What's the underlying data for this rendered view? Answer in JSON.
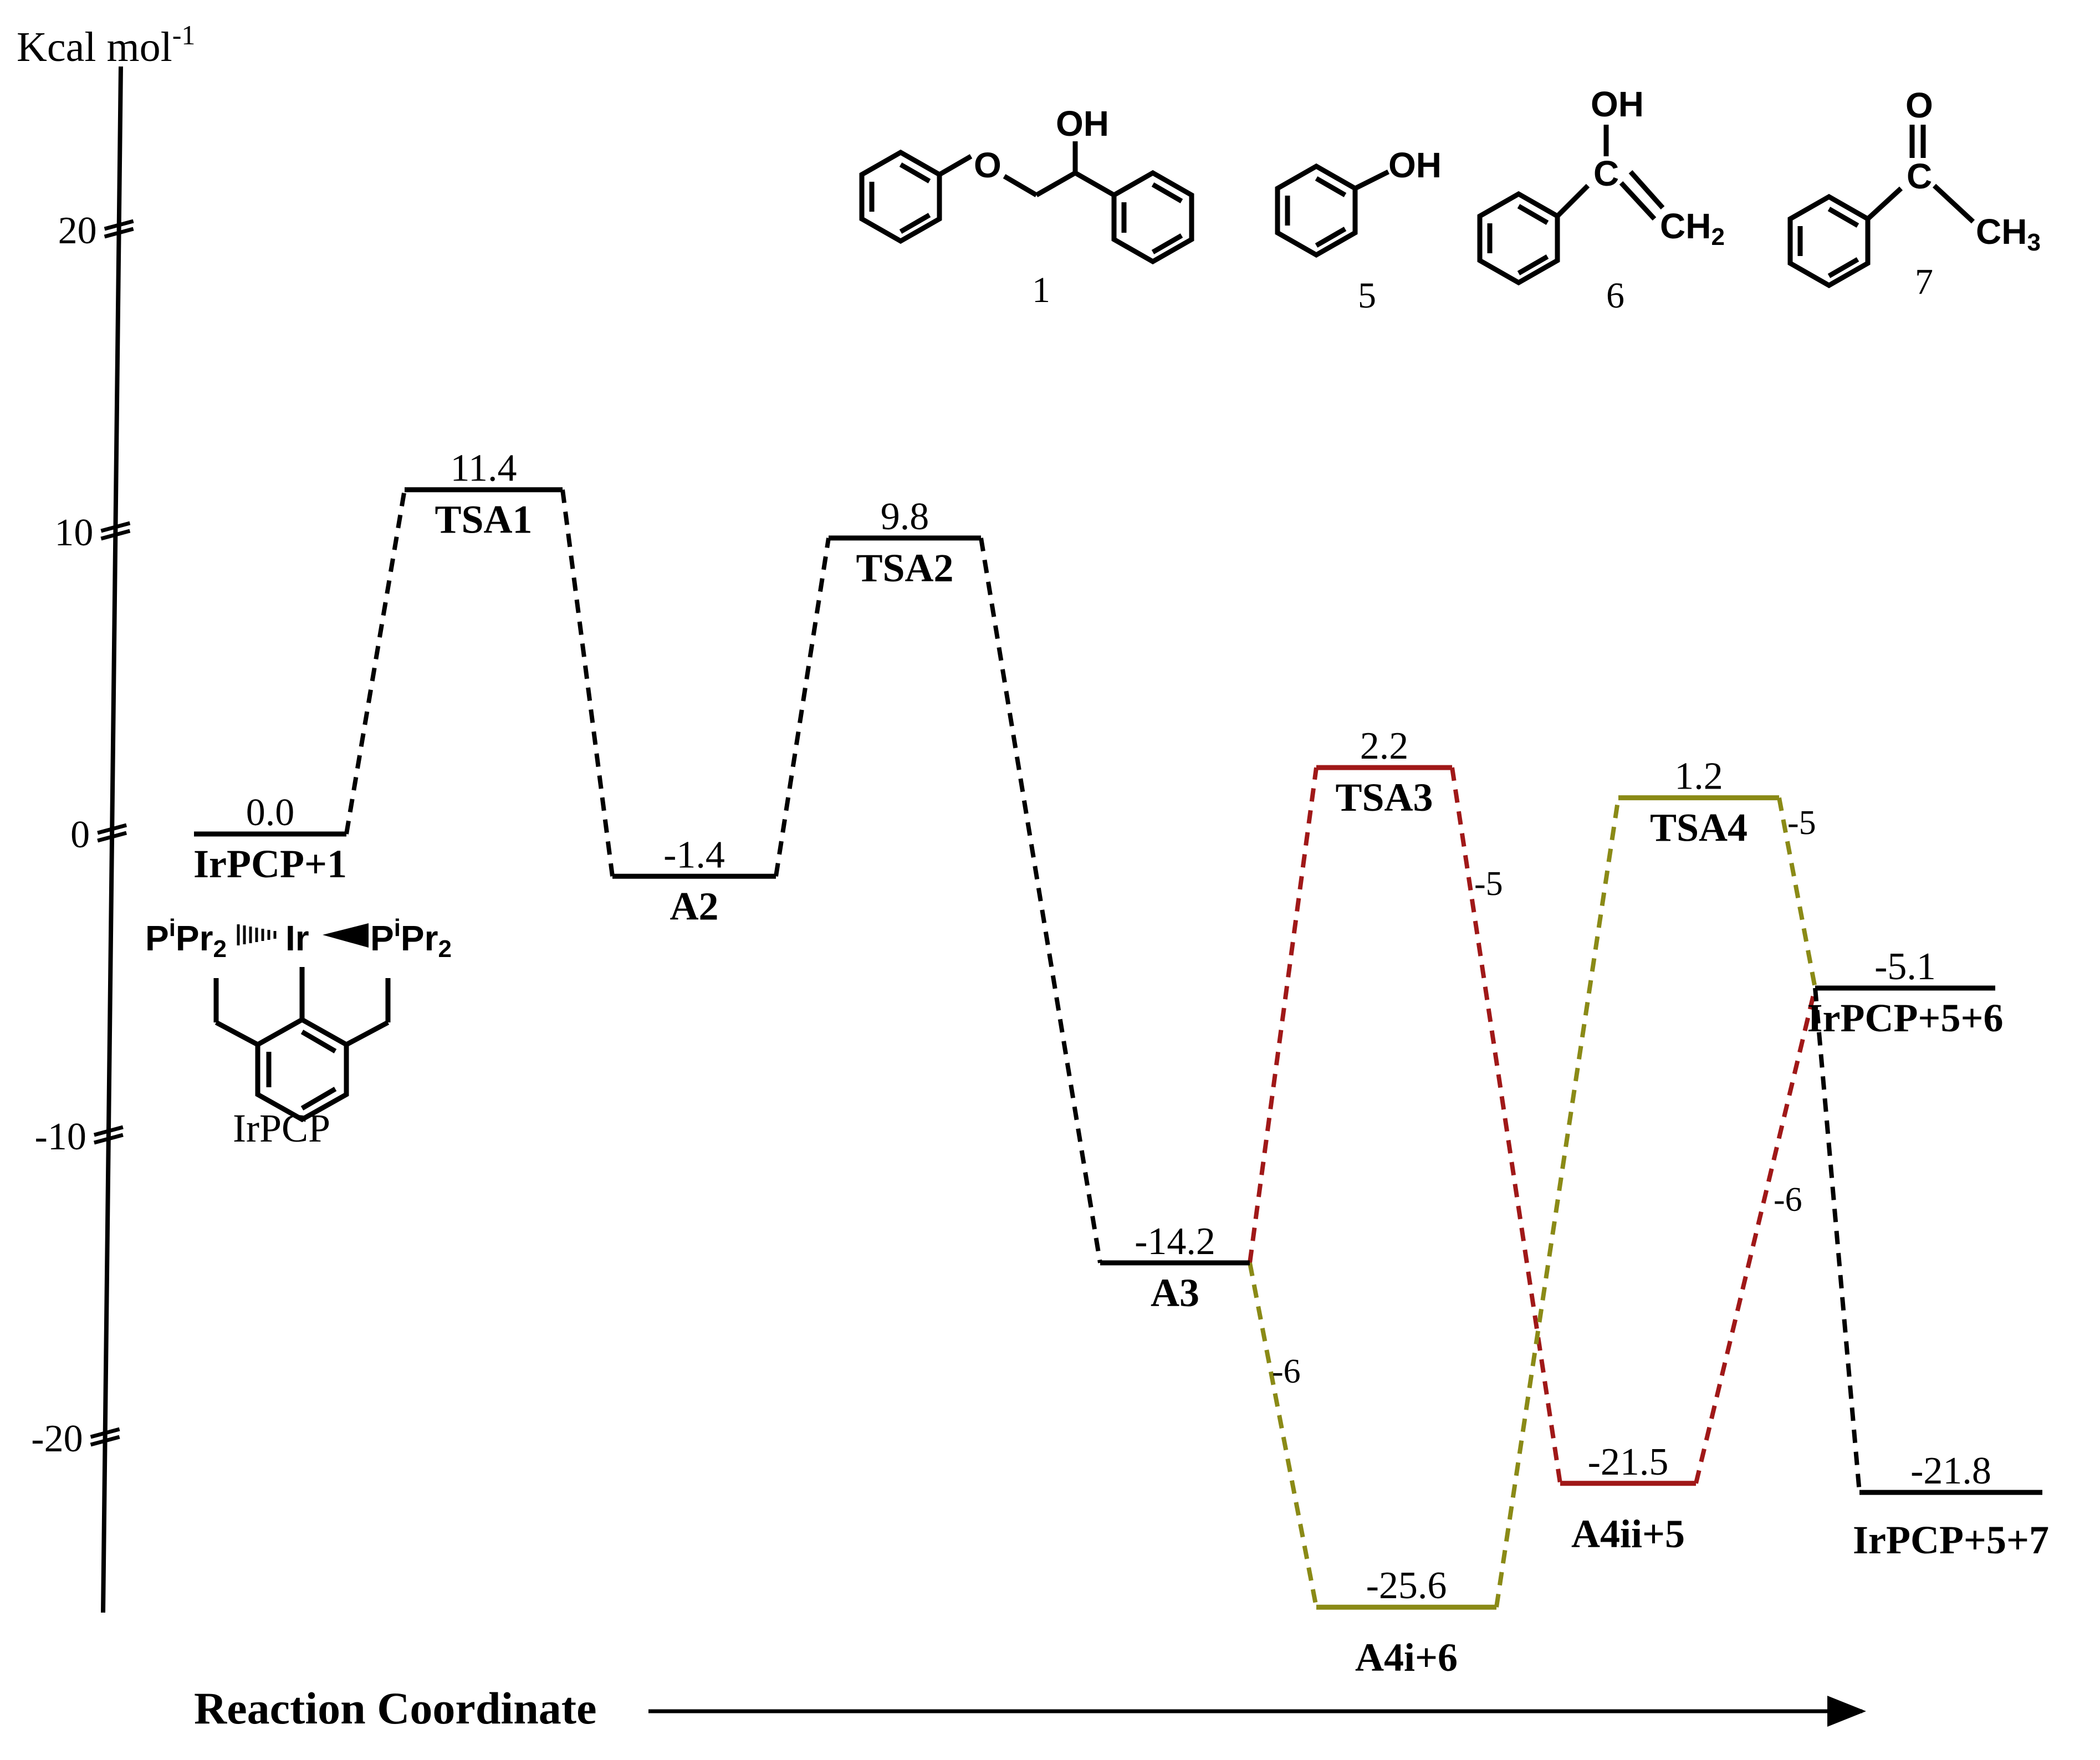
{
  "axis": {
    "unit_label": "Kcal mol",
    "unit_exponent": "-1",
    "ticks": [
      {
        "value": 20,
        "label": "20"
      },
      {
        "value": 10,
        "label": "10"
      },
      {
        "value": 0,
        "label": "0"
      },
      {
        "value": -10,
        "label": "-10"
      },
      {
        "value": -20,
        "label": "-20"
      }
    ],
    "x_label": "Reaction Coordinate"
  },
  "levels": [
    {
      "id": "irpcp1",
      "energy": 0.0,
      "value_label": "0.0",
      "name": "IrPCP+1",
      "color": "#000000"
    },
    {
      "id": "tsa1",
      "energy": 11.4,
      "value_label": "11.4",
      "name": "TSA1",
      "color": "#000000"
    },
    {
      "id": "a2",
      "energy": -1.4,
      "value_label": "-1.4",
      "name": "A2",
      "color": "#000000"
    },
    {
      "id": "tsa2",
      "energy": 9.8,
      "value_label": "9.8",
      "name": "TSA2",
      "color": "#000000"
    },
    {
      "id": "a3",
      "energy": -14.2,
      "value_label": "-14.2",
      "name": "A3",
      "color": "#000000"
    },
    {
      "id": "tsa3",
      "energy": 2.2,
      "value_label": "2.2",
      "name": "TSA3",
      "color": "#a01818"
    },
    {
      "id": "a4i",
      "energy": -25.6,
      "value_label": "-25.6",
      "name": "A4i+6",
      "color": "#8a8a16"
    },
    {
      "id": "tsa4",
      "energy": 1.2,
      "value_label": "1.2",
      "name": "TSA4",
      "color": "#8a8a16"
    },
    {
      "id": "a4ii",
      "energy": -21.5,
      "value_label": "-21.5",
      "name": "A4ii+5",
      "color": "#a01818"
    },
    {
      "id": "irpcp56",
      "energy": -5.1,
      "value_label": "-5.1",
      "name": "IrPCP+5+6",
      "color": "#000000"
    },
    {
      "id": "irpcp57",
      "energy": -21.8,
      "value_label": "-21.8",
      "name": "IrPCP+5+7",
      "color": "#000000"
    }
  ],
  "connections": [
    {
      "from": "irpcp1",
      "to": "tsa1",
      "color": "#000000"
    },
    {
      "from": "tsa1",
      "to": "a2",
      "color": "#000000"
    },
    {
      "from": "a2",
      "to": "tsa2",
      "color": "#000000"
    },
    {
      "from": "tsa2",
      "to": "a3",
      "color": "#000000"
    },
    {
      "from": "a3",
      "to": "tsa3",
      "color": "#a01818"
    },
    {
      "from": "tsa3",
      "to": "a4ii",
      "color": "#a01818"
    },
    {
      "from": "a4ii",
      "to": "irpcp56",
      "color": "#a01818"
    },
    {
      "from": "a3",
      "to": "a4i",
      "color": "#8a8a16"
    },
    {
      "from": "a4i",
      "to": "tsa4",
      "color": "#8a8a16"
    },
    {
      "from": "tsa4",
      "to": "irpcp56",
      "color": "#8a8a16"
    },
    {
      "from": "irpcp56",
      "to": "irpcp57",
      "color": "#000000"
    }
  ],
  "path_labels": {
    "tsa3_right": "-5",
    "tsa4_right": "-5",
    "a3_to_a4i": "-6",
    "a4ii_to_irpcp56": "-6"
  },
  "molecules": {
    "m1": {
      "label": "1",
      "atoms": [
        "O",
        "OH"
      ]
    },
    "m5": {
      "label": "5",
      "atoms": [
        "OH"
      ]
    },
    "m6": {
      "label": "6",
      "atoms": [
        "OH",
        "C",
        "CH",
        "2"
      ]
    },
    "m7": {
      "label": "7",
      "atoms": [
        "O",
        "C",
        "CH",
        "3"
      ]
    },
    "irpcp": {
      "label": "IrPCP",
      "atoms": [
        "P",
        "i",
        "Pr",
        "2",
        "Ir",
        "P",
        "i",
        "Pr",
        "2"
      ]
    }
  }
}
